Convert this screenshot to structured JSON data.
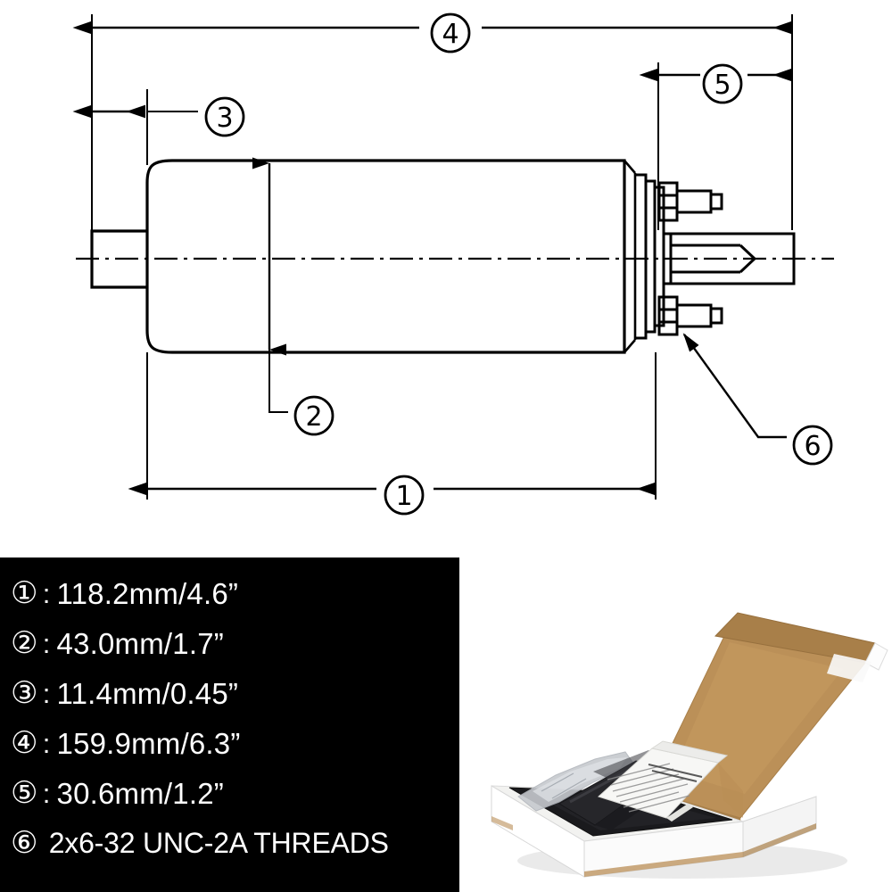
{
  "drawing": {
    "title": "fuel pump dimensional drawing",
    "view": "side section view",
    "callouts": [
      {
        "id": "1",
        "symbol": "①",
        "type": "overall-length-dimension",
        "position": "bottom"
      },
      {
        "id": "2",
        "symbol": "②",
        "type": "body-diameter-dimension",
        "position": "center-left"
      },
      {
        "id": "3",
        "symbol": "③",
        "type": "inlet-offset-dimension",
        "position": "top-left"
      },
      {
        "id": "4",
        "symbol": "④",
        "type": "total-length-dimension",
        "position": "top"
      },
      {
        "id": "5",
        "symbol": "⑤",
        "type": "outlet-length-dimension",
        "position": "top-right"
      },
      {
        "id": "6",
        "symbol": "⑥",
        "type": "thread-callout",
        "position": "right"
      }
    ],
    "line_color": "#000000",
    "background": "#ffffff"
  },
  "legend": {
    "background": "#000000",
    "text_color": "#ffffff",
    "rows": [
      {
        "marker": "①",
        "sep": ":",
        "text": "118.2mm/4.6”"
      },
      {
        "marker": "②",
        "sep": ":",
        "text": "43.0mm/1.7”"
      },
      {
        "marker": "③",
        "sep": ":",
        "text": "11.4mm/0.45”"
      },
      {
        "marker": "④",
        "sep": ":",
        "text": "159.9mm/6.3”"
      },
      {
        "marker": "⑤",
        "sep": ":",
        "text": "30.6mm/1.2”"
      },
      {
        "marker": "⑥",
        "sep": "",
        "text": "2x6-32 UNC-2A THREADS"
      }
    ]
  },
  "photo": {
    "description": "open white corrugated mailer box with kraft interior lid flap, black foam insert, black fuel pump in clear plastic bag, and folded instruction sheet",
    "colors": {
      "box_outer": "#ffffff",
      "box_shadow": "#d9d9d9",
      "kraft": "#b5894f",
      "kraft_light": "#c79a60",
      "kraft_dark": "#9a7038",
      "foam": "#17171a",
      "pump": "#232326",
      "paper": "#f4f4f2",
      "bag": "#c9ccd1",
      "backdrop": "#ffffff"
    }
  }
}
